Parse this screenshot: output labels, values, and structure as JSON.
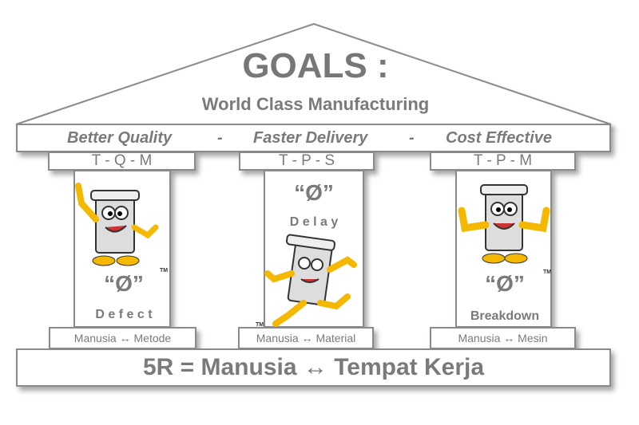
{
  "roof": {
    "title": "GOALS :",
    "subtitle": "World Class Manufacturing"
  },
  "band": {
    "items": [
      "Better Quality",
      "-",
      "Faster Delivery",
      "-",
      "Cost Effective"
    ]
  },
  "pillars": [
    {
      "capital": "T - Q - M",
      "symbol": "“Ø”",
      "label": "D e f e c t",
      "base": "Manusia ↔ Metode"
    },
    {
      "capital": "T - P - S",
      "symbol": "“Ø”",
      "label": "D e l a y",
      "base": "Manusia ↔ Material"
    },
    {
      "capital": "T - P - M",
      "symbol": "“Ø”",
      "label": "Breakdown",
      "base": "Manusia ↔ Mesin"
    }
  ],
  "foundation": "5R = Manusia ↔ Tempat Kerja",
  "tm": "TM",
  "colors": {
    "text": "#7a7a7a",
    "border": "#8a8a8a",
    "mascot": "#f5b800"
  }
}
